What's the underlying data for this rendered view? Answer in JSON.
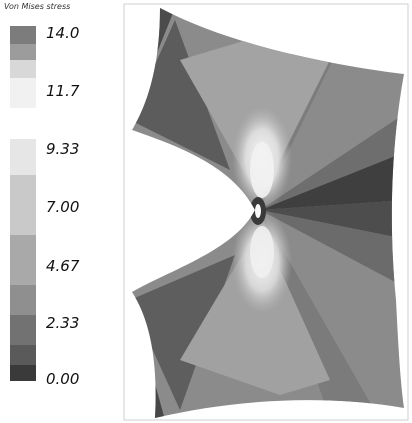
{
  "legend": {
    "title": "Von Mises stress",
    "ticks": [
      "14.0",
      "11.7",
      "9.33",
      "7.00",
      "4.67",
      "2.33",
      "0.00"
    ],
    "band_colors": [
      "#7c7c7c",
      "#9c9c9c",
      "#d8d8d8",
      "#f1f1f1",
      "#d2d2d2",
      "#bcbcbc",
      "#a6a6a6",
      "#949494",
      "#7e7e7e",
      "#5f5f5f",
      "#3c3c3c"
    ]
  },
  "plot": {
    "description_colors": {
      "base": "#8b8b8b",
      "dark": "#3a3a3a",
      "light": "#d9d9d9",
      "very_light": "#f4f4f4"
    }
  }
}
